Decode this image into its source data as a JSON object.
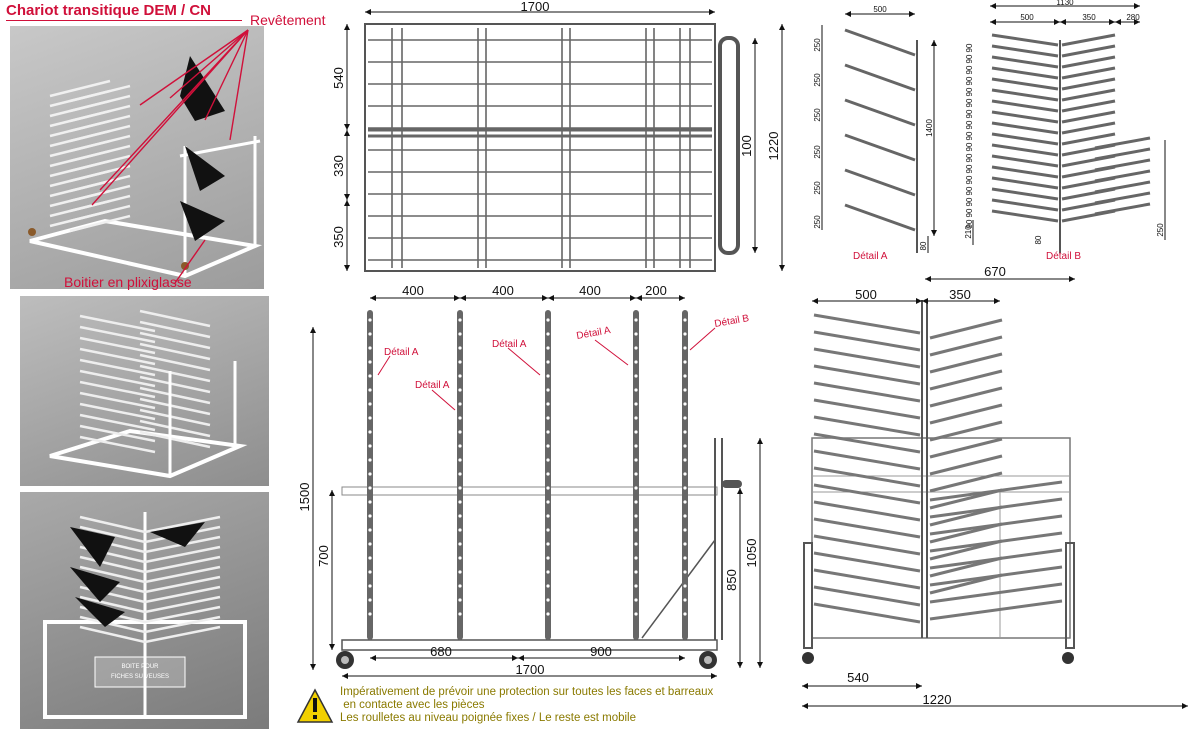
{
  "title": "Chariot transitique  DEM / CN",
  "callouts": {
    "revetement": "Revêtement",
    "boitier": "Boitier en plixiglasse"
  },
  "photo_labels": {
    "box1": "BOITE POUR",
    "box2": "FICHES SUIVEUSES"
  },
  "top_view": {
    "width": "1700",
    "depth": "1220",
    "handle": "100",
    "rows": [
      "540",
      "330",
      "350"
    ]
  },
  "side_view": {
    "spacings": [
      "400",
      "400",
      "400",
      "200"
    ],
    "height": "1500",
    "frame": "700",
    "handle_h": "1050",
    "upright": "850",
    "bottom": [
      "680",
      "900"
    ],
    "total": "1700",
    "details": [
      "Détail A",
      "Détail A",
      "Détail A",
      "Détail A",
      "Détail B"
    ]
  },
  "detail_a": {
    "label": "Détail A",
    "top": "500",
    "pitches": [
      "250",
      "250",
      "250",
      "250",
      "250",
      "250"
    ],
    "height": "1400",
    "foot": "80"
  },
  "detail_b": {
    "label": "Détail B",
    "total": "1130",
    "parts": [
      "500",
      "350",
      "280"
    ],
    "pitch": "90",
    "foot": "210",
    "right": "250",
    "base": "80"
  },
  "front_view": {
    "top_right": "670",
    "top": [
      "500",
      "350"
    ],
    "bottom": "540",
    "total": "1220"
  },
  "warning": {
    "lines": [
      "Impérativement de prévoir une protection sur toutes les faces et barreaux",
      " en contacte avec les pièces",
      "Les roulletes au niveau poignée fixes / Le reste est mobile"
    ]
  },
  "colors": {
    "red": "#d0103a",
    "warn": "#8a7a00",
    "photo": "#9a9a9a",
    "line": "#555555"
  }
}
